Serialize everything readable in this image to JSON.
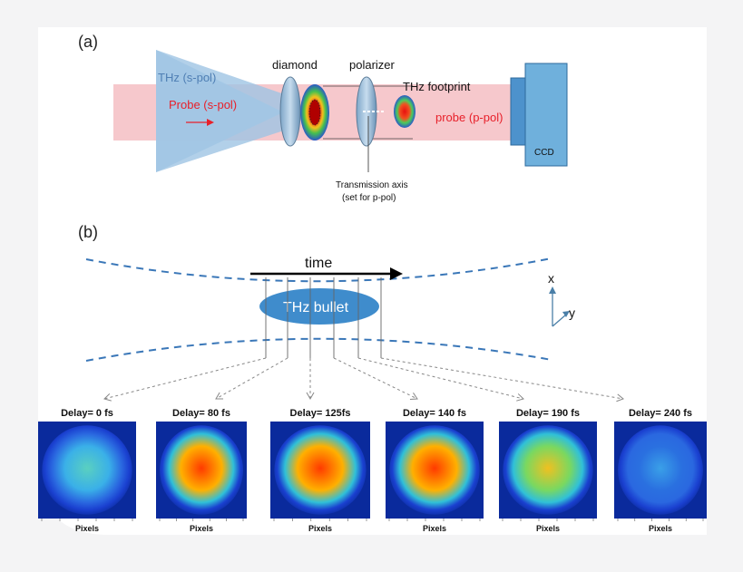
{
  "panel_a": {
    "label": "(a)",
    "thz_spol": "THz (s-pol)",
    "probe_spol": "Probe (s-pol)",
    "diamond": "diamond",
    "polarizer": "polarizer",
    "thz_footprint": "THz footprint",
    "probe_ppol": "probe (p-pol)",
    "ccd": "CCD",
    "transmission_axis_line1": "Transmission axis",
    "transmission_axis_line2": "(set for p-pol)"
  },
  "panel_b": {
    "label": "(b)",
    "time": "time",
    "thz_bullet": "THz bullet",
    "axis_x": "x",
    "axis_y": "y",
    "frames": [
      {
        "delay": "Delay= 0 fs",
        "xlabel": "Pixels",
        "intensity": 0.35
      },
      {
        "delay": "Delay= 80 fs",
        "xlabel": "Pixels",
        "intensity": 0.85
      },
      {
        "delay": "Delay= 125fs",
        "xlabel": "Pixels",
        "intensity": 0.92
      },
      {
        "delay": "Delay= 140 fs",
        "xlabel": "Pixels",
        "intensity": 0.88
      },
      {
        "delay": "Delay= 190 fs",
        "xlabel": "Pixels",
        "intensity": 0.6
      },
      {
        "delay": "Delay= 240 fs",
        "xlabel": "Pixels",
        "intensity": 0.2
      }
    ]
  },
  "colors": {
    "probe_beam": "#f6c8cc",
    "thz_beam": "#a9cbe8",
    "probe_text": "#e8202a",
    "thz_text": "#4f7fb4",
    "bullet": "#3f8ccc",
    "ccd": "#6fb0dc",
    "dashed": "#3a77b8"
  }
}
